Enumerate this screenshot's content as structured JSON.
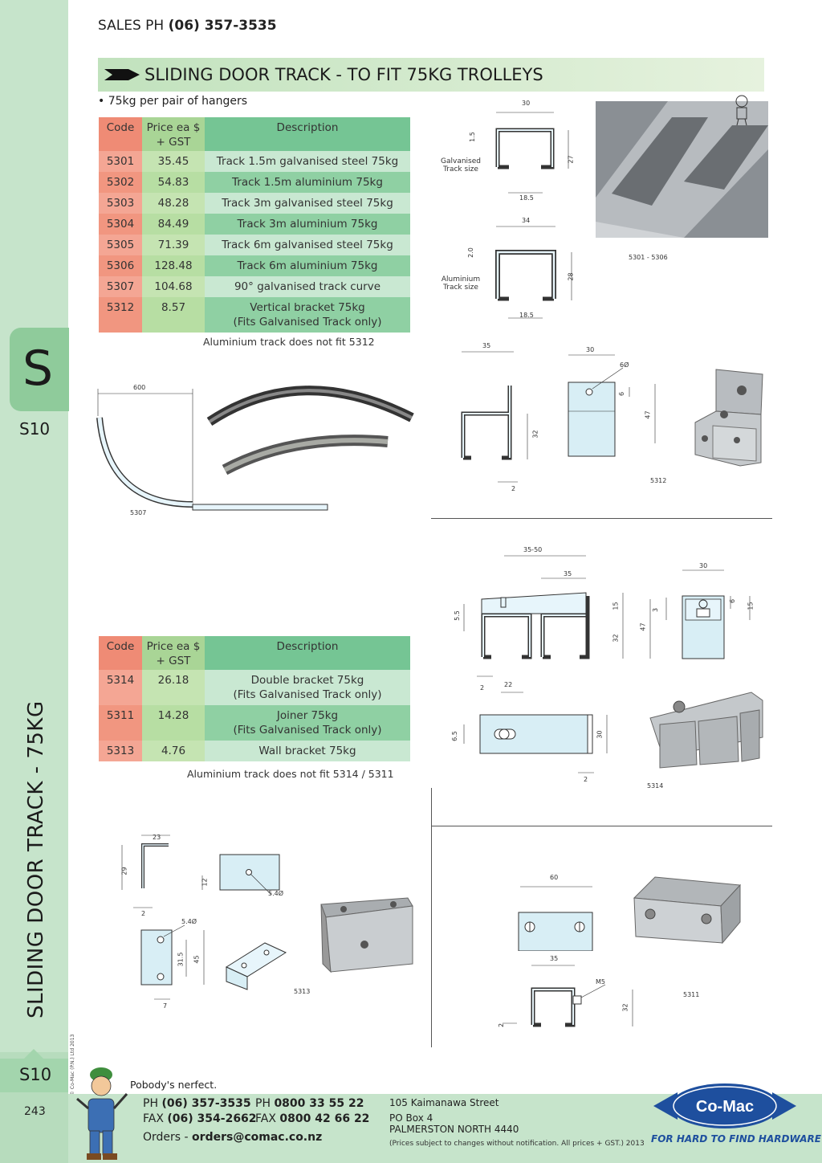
{
  "header": {
    "sales_label": "SALES  PH",
    "sales_phone": "(06) 357-3535",
    "title": "SLIDING DOOR TRACK - TO FIT 75KG TROLLEYS",
    "bullet": "• 75kg per pair of hangers"
  },
  "sidebar": {
    "section_letter": "S",
    "section_code_top": "S10",
    "vertical_title": "SLIDING DOOR TRACK - 75KG",
    "section_code_bottom": "S10",
    "page_number": "243",
    "copyright": "© Co-Mac (P.N.) Ltd 2013"
  },
  "table1": {
    "headers": {
      "code": "Code",
      "price_l1": "Price ea $",
      "price_l2": "+ GST",
      "desc": "Description"
    },
    "rows": [
      {
        "code": "5301",
        "price": "35.45",
        "d1": "Track 1.5m galvanised steel 75kg",
        "d2": ""
      },
      {
        "code": "5302",
        "price": "54.83",
        "d1": "Track 1.5m aluminium 75kg",
        "d2": ""
      },
      {
        "code": "5303",
        "price": "48.28",
        "d1": "Track 3m galvanised steel 75kg",
        "d2": ""
      },
      {
        "code": "5304",
        "price": "84.49",
        "d1": "Track 3m aluminium 75kg",
        "d2": ""
      },
      {
        "code": "5305",
        "price": "71.39",
        "d1": "Track 6m galvanised steel 75kg",
        "d2": ""
      },
      {
        "code": "5306",
        "price": "128.48",
        "d1": "Track 6m aluminium 75kg",
        "d2": ""
      },
      {
        "code": "5307",
        "price": "104.68",
        "d1": "90° galvanised track curve",
        "d2": ""
      },
      {
        "code": "5312",
        "price": "8.57",
        "d1": "Vertical bracket 75kg",
        "d2": "(Fits Galvanised Track only)"
      }
    ],
    "note": "Aluminium track does not fit 5312"
  },
  "table2": {
    "headers": {
      "code": "Code",
      "price_l1": "Price ea $",
      "price_l2": "+ GST",
      "desc": "Description"
    },
    "rows": [
      {
        "code": "5314",
        "price": "26.18",
        "d1": "Double bracket 75kg",
        "d2": "(Fits Galvanised Track only)"
      },
      {
        "code": "5311",
        "price": "14.28",
        "d1": "Joiner 75kg",
        "d2": "(Fits Galvanised Track only)"
      },
      {
        "code": "5313",
        "price": "4.76",
        "d1": "Wall bracket 75kg",
        "d2": ""
      }
    ],
    "note": "Aluminium track does not fit 5314 / 5311"
  },
  "diagrams": {
    "galv_label_l1": "Galvanised",
    "galv_label_l2": "Track size",
    "galv_w": "30",
    "galv_t": "1.5",
    "galv_h": "27",
    "galv_open": "18.5",
    "alu_label_l1": "Aluminium",
    "alu_label_l2": "Track size",
    "alu_w": "34",
    "alu_t": "2.0",
    "alu_h": "28",
    "alu_open": "18.5",
    "track_photo_label": "5301 - 5306",
    "curve_dim": "600",
    "curve_label": "5307",
    "vb_w": "35",
    "vb_h": "32",
    "vb_t": "2",
    "vb_front_w": "30",
    "vb_hole": "6Ø",
    "vb_hole_off": "6",
    "vb_front_h": "47",
    "vb_label": "5312",
    "db_w": "35-50",
    "db_w2": "35",
    "db_lip": "5.5",
    "db_top": "15",
    "db_h": "32",
    "db_t": "2",
    "db_front_w": "30",
    "db_front_a": "3",
    "db_front_b": "6",
    "db_front_c": "15",
    "db_front_h": "47",
    "db_plan_a": "22",
    "db_plan_b": "6.5",
    "db_plan_h": "30",
    "db_plan_t": "2",
    "db_label": "5314",
    "wb_w": "23",
    "wb_h": "29",
    "wb_t": "2",
    "wb_side_h": "12",
    "wb_hole": "5.4Ø",
    "wb_front_hole": "5.4Ø",
    "wb_front_a": "31.5",
    "wb_front_b": "45",
    "wb_front_c": "7",
    "wb_label": "5313",
    "j_w": "60",
    "j_w2": "35",
    "j_bolt": "M5",
    "j_h": "32",
    "j_t": "2",
    "j_label": "5311"
  },
  "footer": {
    "motto": "Pobody's nerfect.",
    "ph_label": "PH",
    "ph_value": "(06) 357-3535",
    "ph2_label": "PH",
    "ph2_value": "0800 33 55 22",
    "fax_label": "FAX",
    "fax_value": "(06) 354-2662",
    "fax2_label": "FAX",
    "fax2_value": "0800 42 66 22",
    "orders_label": "Orders -",
    "orders_value": "orders@comac.co.nz",
    "addr1": "105 Kaimanawa Street",
    "addr2": "PO Box 4",
    "addr3": "PALMERSTON NORTH 4440",
    "disclaimer": "(Prices subject to changes without notification.  All prices + GST.)  2013",
    "logo_text": "Co-Mac",
    "tagline": "FOR HARD TO FIND HARDWARE"
  },
  "colors": {
    "sidebar": "#c6e4cb",
    "logo_blue": "#1e4f9e",
    "code_col": "#ef8b75",
    "price_col": "#a9d596",
    "desc_col": "#75c594"
  }
}
